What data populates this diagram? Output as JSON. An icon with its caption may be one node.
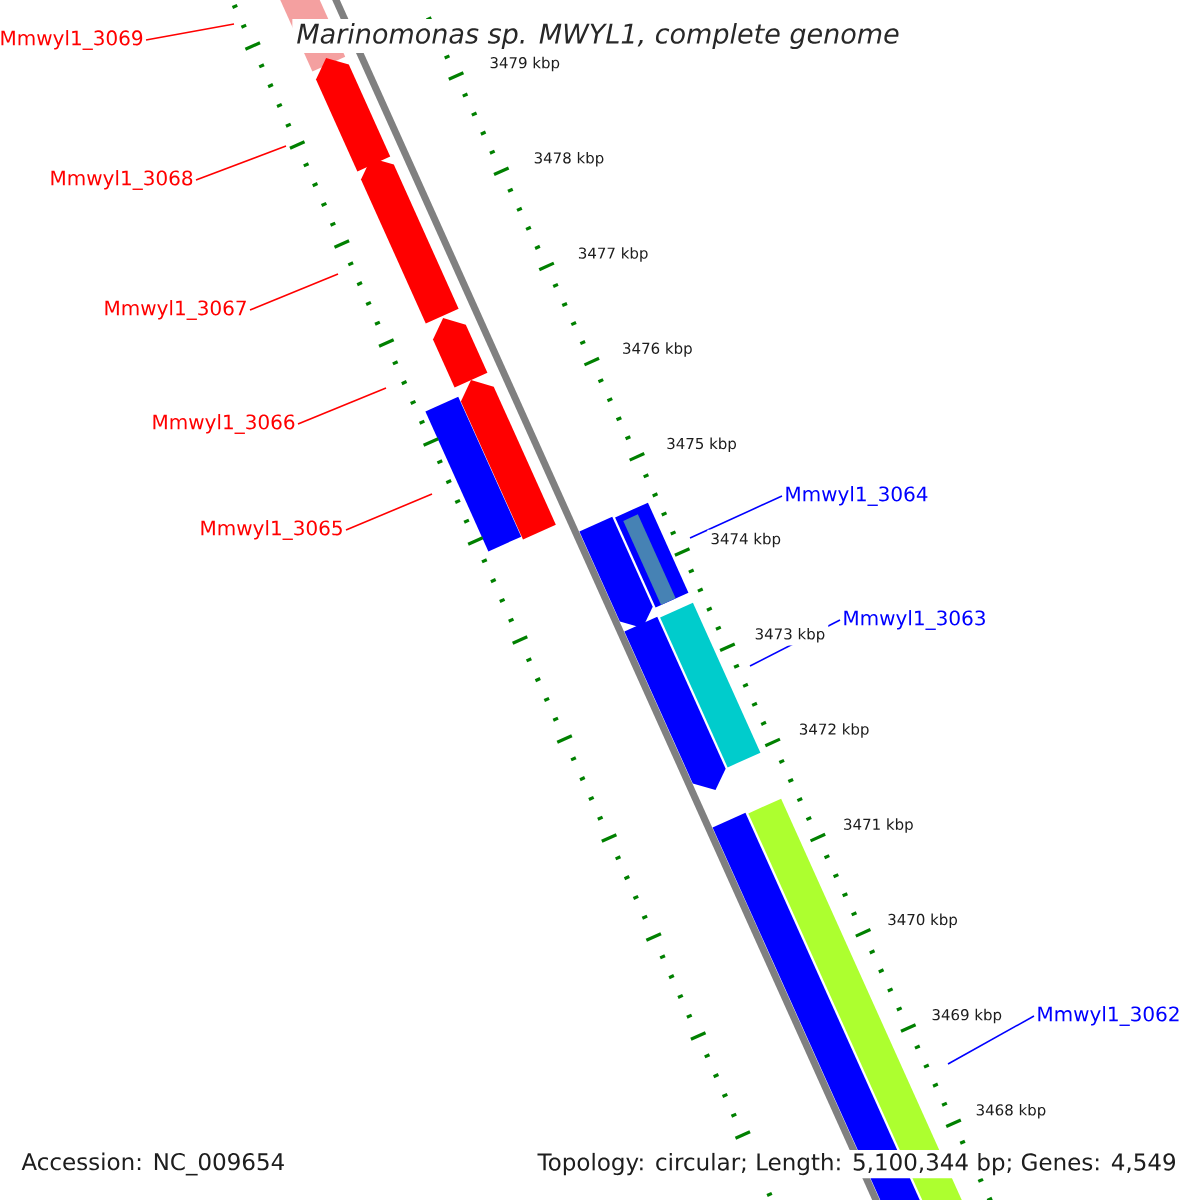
{
  "diagram": {
    "title": "Marinomonas sp. MWYL1, complete genome",
    "nodes": [
      {
        "text": [
          "Mmwyl1_3069"
        ]
      },
      {
        "text": [
          "Mmwyl1_3068"
        ]
      },
      {
        "text": [
          "Mmwyl1_3067"
        ]
      },
      {
        "text": [
          "Mmwyl1_3066"
        ]
      },
      {
        "text": [
          "Mmwyl1_3064"
        ]
      },
      {
        "text": [
          "Mmwyl1_3065"
        ]
      },
      {
        "text": [
          "Mmwyl1_3063"
        ]
      },
      {
        "text": [
          "Mmwyl1_3062"
        ]
      }
    ],
    "edges": [
      {
        "from": 0,
        "to": null,
        "arrow": "none"
      },
      {
        "from": 1,
        "to": null,
        "arrow": "none"
      },
      {
        "from": 2,
        "to": null,
        "arrow": "none"
      },
      {
        "from": 3,
        "to": null,
        "arrow": "none"
      },
      {
        "from": 4,
        "to": null,
        "arrow": "none",
        "color": "#0000ff"
      },
      {
        "from": 5,
        "to": null,
        "arrow": "none"
      },
      {
        "from": 6,
        "to": null,
        "arrow": "none",
        "color": "#0000ff"
      },
      {
        "from": 7,
        "to": null,
        "arrow": "none",
        "color": "#0000ff"
      }
    ],
    "labels": [
      "3479 kbp",
      "3478 kbp",
      "3477 kbp",
      "3476 kbp",
      "3475 kbp",
      "3474 kbp",
      "3473 kbp",
      "3472 kbp",
      "3471 kbp",
      "3470 kbp",
      "3469 kbp",
      "3468 kbp",
      "Accession: NC_009654",
      "Topology: circular; Length: 5,100,344 bp; Genes: 4,549"
    ]
  }
}
